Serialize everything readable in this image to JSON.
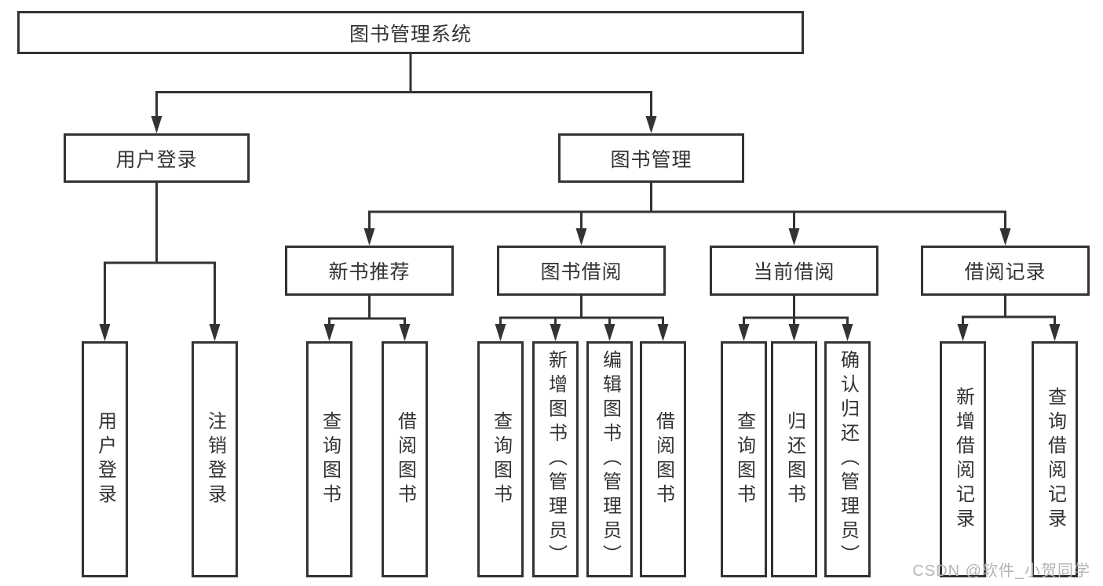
{
  "diagram": {
    "title": "图书管理系统",
    "level2": {
      "user_login": "用户登录",
      "book_management": "图书管理"
    },
    "level3": {
      "new_book": "新书推荐",
      "book_borrow": "图书借阅",
      "current_borrow": "当前借阅",
      "borrow_records": "借阅记录"
    },
    "leaves": {
      "user_login_login": "用户登录",
      "user_login_logout": "注销登录",
      "new_book_query": "查询图书",
      "new_book_borrow": "借阅图书",
      "borrow_query": "查询图书",
      "borrow_add": "新增图书（管理员）",
      "borrow_edit": "编辑图书（管理员）",
      "borrow_borrow": "借阅图书",
      "current_query": "查询图书",
      "current_return": "归还图书",
      "current_confirm": "确认归还（管理员）",
      "records_add": "新增借阅记录",
      "records_query": "查询借阅记录"
    }
  },
  "watermark": "CSDN @软件_小贺同学",
  "colors": {
    "line": "#333333",
    "text": "#333333",
    "box_background": "#ffffff",
    "watermark": "#b5b5b5",
    "background": "#ffffff"
  }
}
